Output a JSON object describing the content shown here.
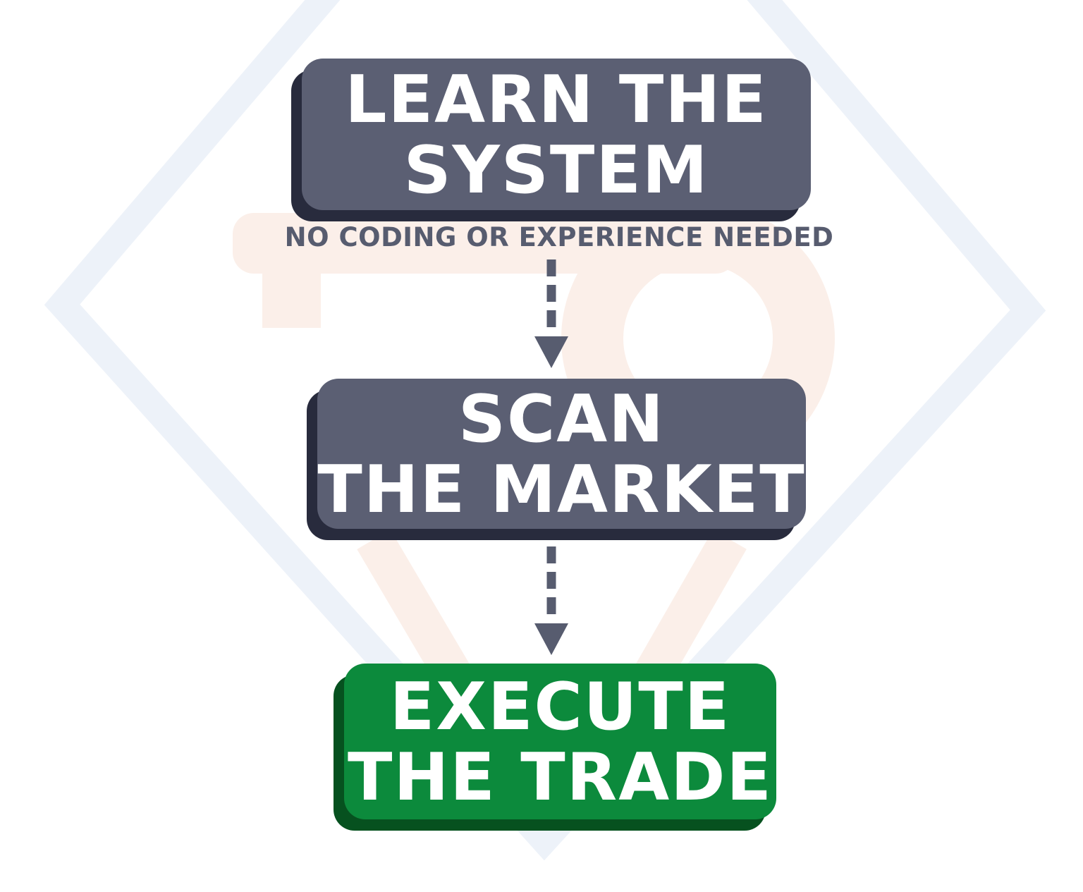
{
  "page": {
    "background_color": "#ffffff"
  },
  "watermark": {
    "diamond_outline_color": "#edf2f9",
    "logo_tint_color": "#fbefe9"
  },
  "flow": {
    "text_color": "#ffffff",
    "arrow_color": "#575c6f",
    "subtitle": "NO CODING OR EXPERIENCE NEEDED",
    "subtitle_color": "#575c6f",
    "steps": [
      {
        "line1": "LEARN THE",
        "line2": "SYSTEM",
        "fill": "#5b5f73",
        "shadow": "#282b3d"
      },
      {
        "line1": "SCAN",
        "line2": "THE MARKET",
        "fill": "#5b5f73",
        "shadow": "#282b3d"
      },
      {
        "line1": "EXECUTE",
        "line2": "THE TRADE",
        "fill": "#0c8a3c",
        "shadow": "#06511f"
      }
    ]
  }
}
